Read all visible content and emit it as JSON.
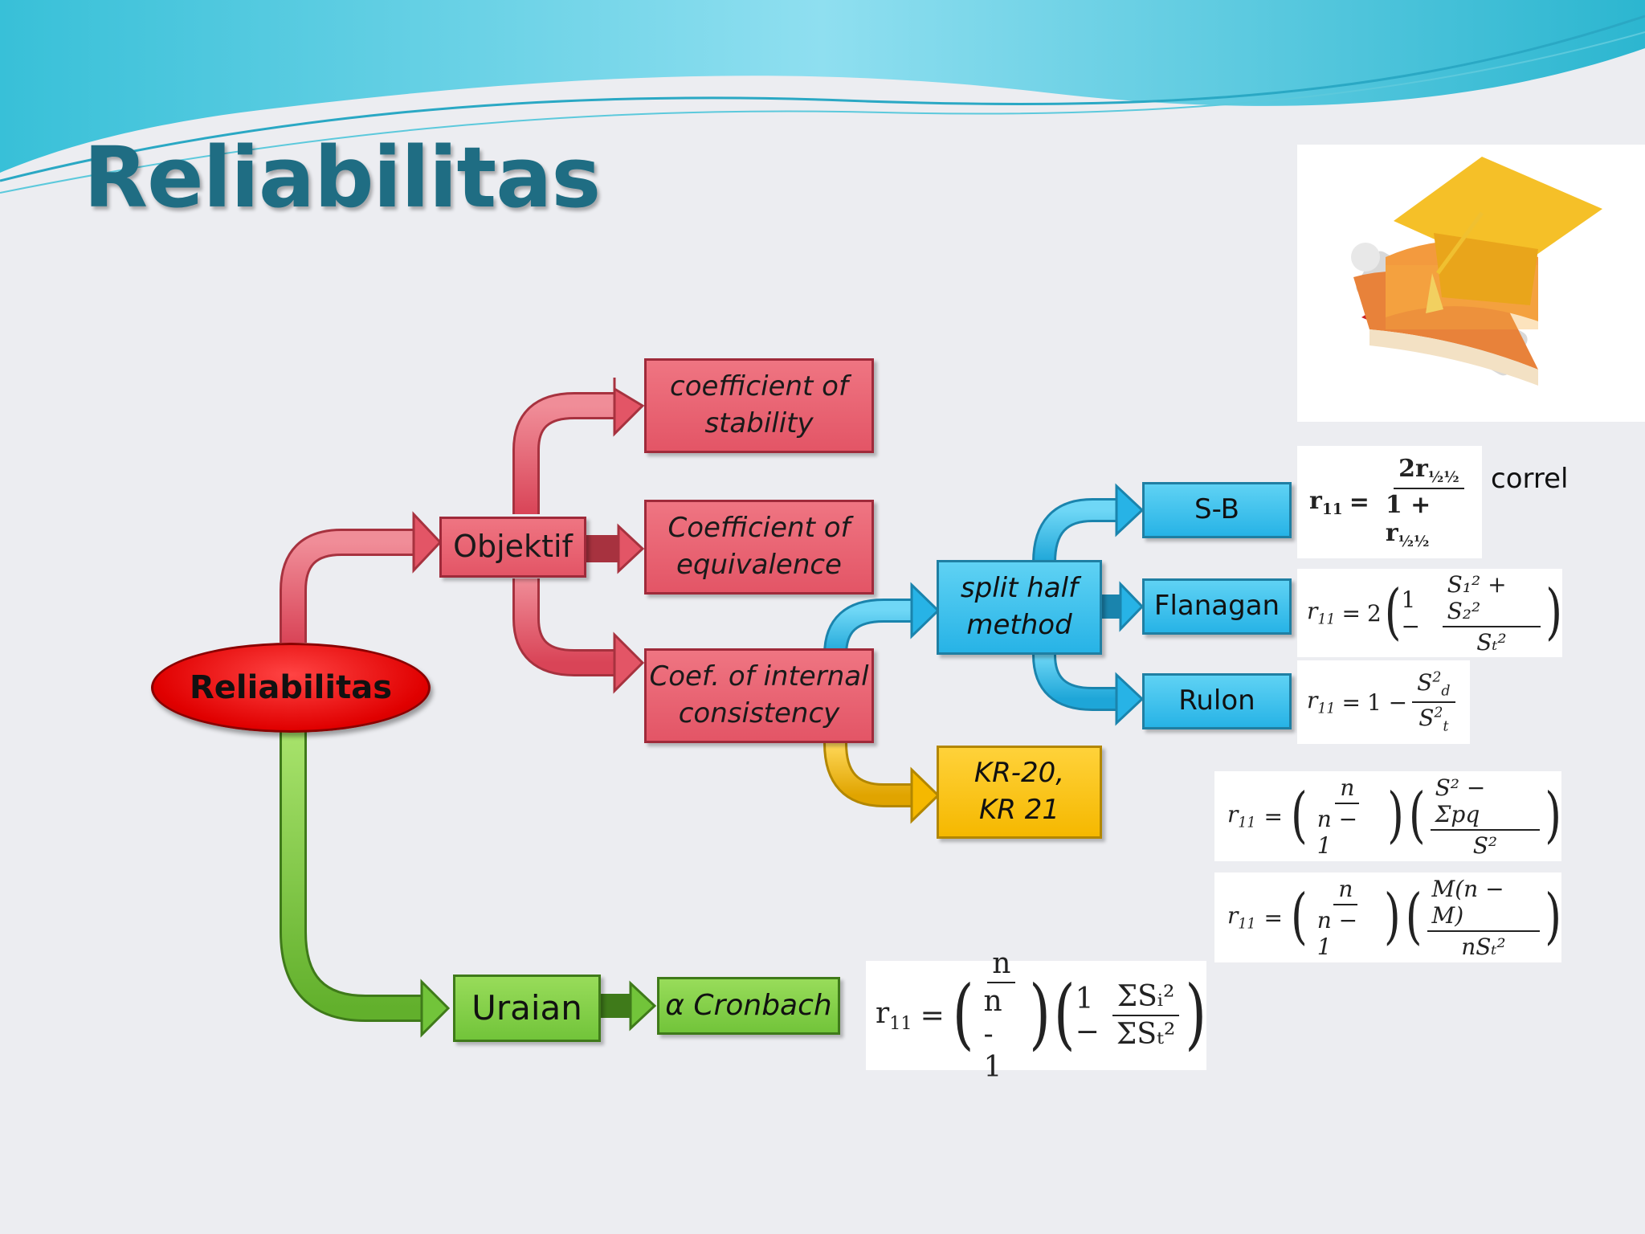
{
  "slide": {
    "title": "Reliabilitas"
  },
  "diagram": {
    "root": "Reliabilitas",
    "objektif": "Objektif",
    "uraian": "Uraian",
    "stability": [
      "coefficient of",
      "stability"
    ],
    "equivalence": [
      "Coefficient of",
      "equivalence"
    ],
    "internal": [
      "Coef. of internal",
      "consistency"
    ],
    "split_half": [
      "split half",
      "method"
    ],
    "kr": [
      "KR-20,",
      "KR 21"
    ],
    "sb": "S-B",
    "flanagan": "Flanagan",
    "rulon": "Rulon",
    "cronbach": "α Cronbach",
    "correl_note": "correl"
  },
  "colors": {
    "title": "#1f6d83",
    "red_branch": "#e35566",
    "blue_branch": "#27b3e6",
    "gold_branch": "#f5b800",
    "green_branch": "#72c43a",
    "root_fill": "#ee1111"
  },
  "formulas": {
    "r11": "r",
    "r11_sub": "11",
    "equals": "=",
    "sb": {
      "num": "2r",
      "num_sub": "½½",
      "den": "1 + r",
      "den_sub": "½½"
    },
    "flanagan": {
      "coef": "2",
      "one": "1 −",
      "num": "S₁² + S₂²",
      "den": "Sₜ²"
    },
    "rulon": {
      "one": "1 −",
      "num": "S",
      "num_sup": "2",
      "num_sub": "d",
      "den": "S",
      "den_sup": "2",
      "den_sub": "t"
    },
    "kr20": {
      "n_num": "n",
      "n_den": "n − 1",
      "num": "S² − Σpq",
      "den": "S²"
    },
    "kr21": {
      "n_num": "n",
      "n_den": "n − 1",
      "num": "M(n − M)",
      "den": "nSₜ²"
    },
    "cronbach": {
      "n_num": "n",
      "n_den": "n - 1",
      "one": "1 −",
      "num": "ΣSᵢ²",
      "den": "ΣSₜ²"
    }
  },
  "image_icons": [
    "graduation-cap-books-icon"
  ]
}
